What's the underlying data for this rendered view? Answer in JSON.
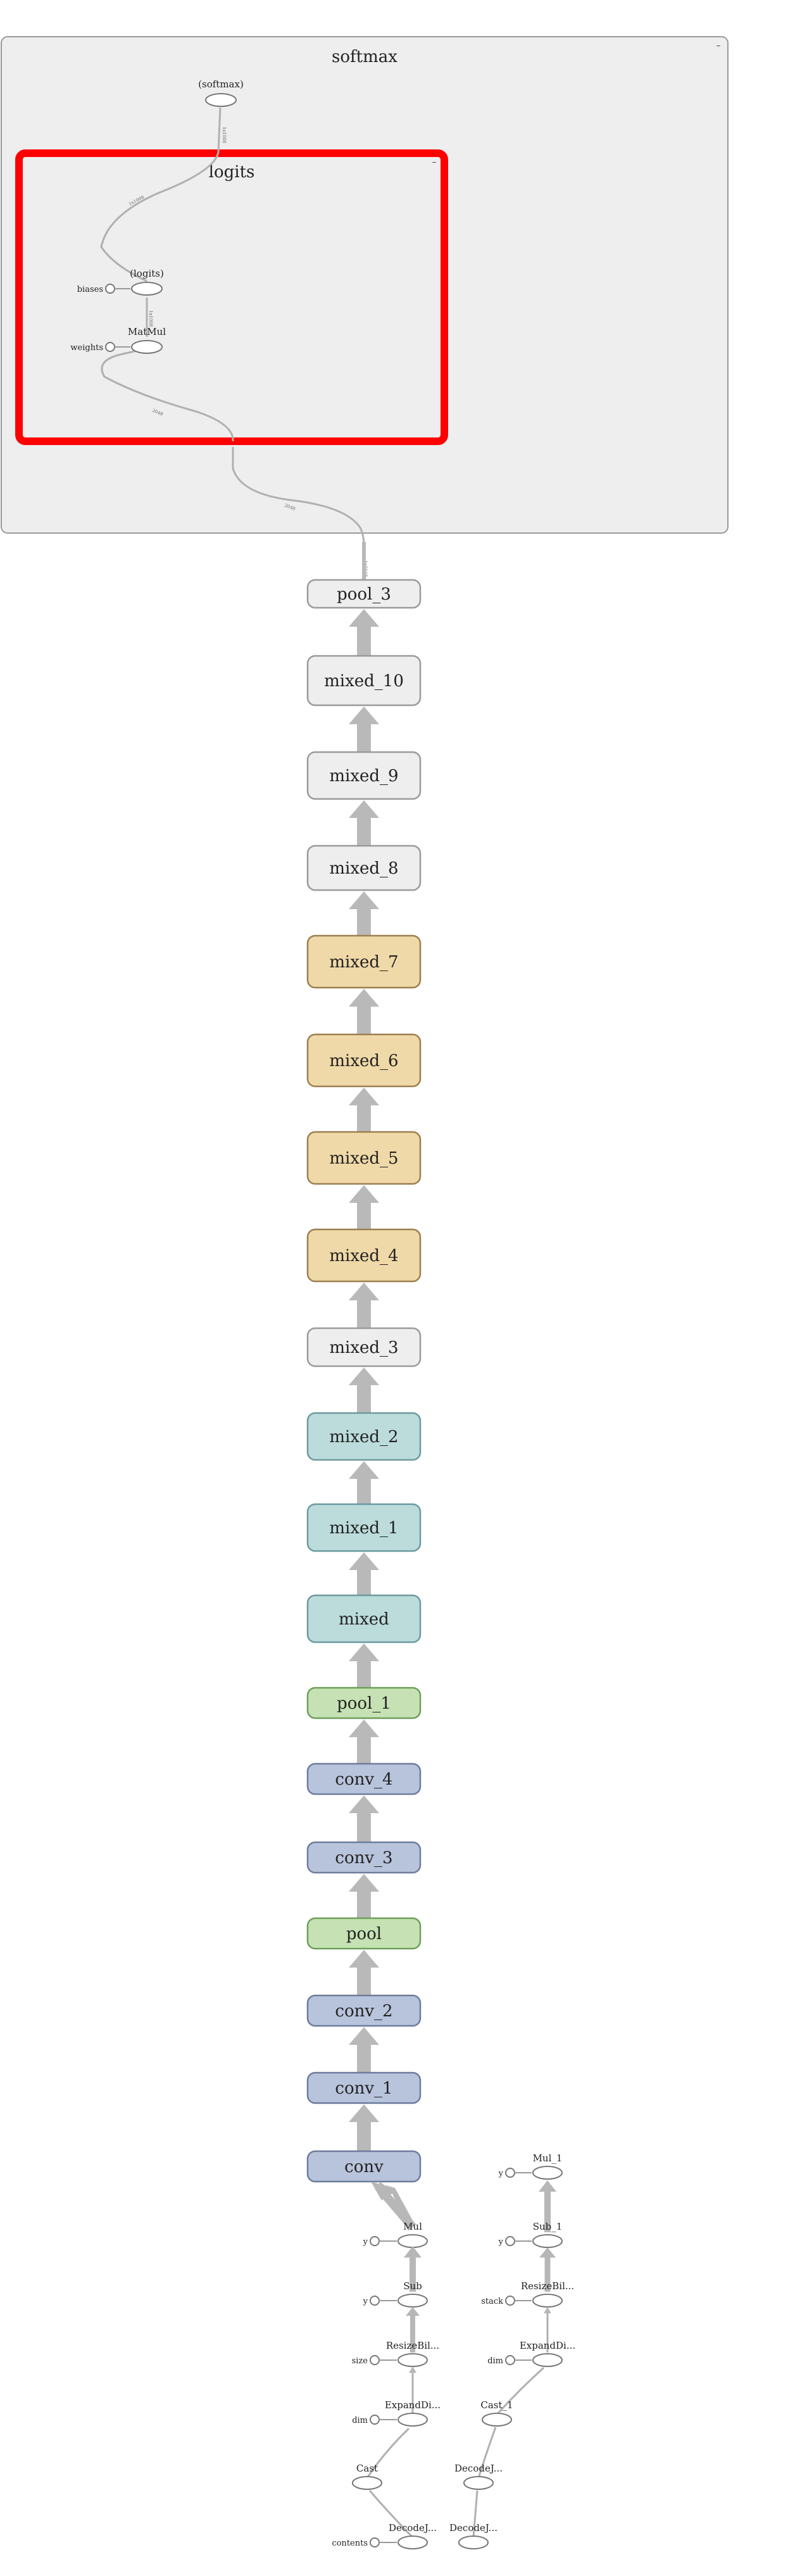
{
  "groups": {
    "softmax": "softmax",
    "logits": "logits"
  },
  "softmax_ops": {
    "softmax_out": "(softmax)",
    "logits_out": "(logits)",
    "matmul": "MatMul",
    "biases": "biases",
    "weights": "weights"
  },
  "main_chain": [
    {
      "label": "pool_3",
      "kind": "plain"
    },
    {
      "label": "mixed_10",
      "kind": "plain"
    },
    {
      "label": "mixed_9",
      "kind": "plain"
    },
    {
      "label": "mixed_8",
      "kind": "plain"
    },
    {
      "label": "mixed_7",
      "kind": "tan"
    },
    {
      "label": "mixed_6",
      "kind": "tan"
    },
    {
      "label": "mixed_5",
      "kind": "tan"
    },
    {
      "label": "mixed_4",
      "kind": "tan"
    },
    {
      "label": "mixed_3",
      "kind": "plain"
    },
    {
      "label": "mixed_2",
      "kind": "teal"
    },
    {
      "label": "mixed_1",
      "kind": "teal"
    },
    {
      "label": "mixed",
      "kind": "teal"
    },
    {
      "label": "pool_1",
      "kind": "green"
    },
    {
      "label": "conv_4",
      "kind": "blue"
    },
    {
      "label": "conv_3",
      "kind": "blue"
    },
    {
      "label": "pool",
      "kind": "green"
    },
    {
      "label": "conv_2",
      "kind": "blue"
    },
    {
      "label": "conv_1",
      "kind": "blue"
    },
    {
      "label": "conv",
      "kind": "blue"
    }
  ],
  "preprocess_left": {
    "mul": "Mul",
    "mul_y": "y",
    "sub": "Sub",
    "sub_y": "y",
    "resize": "ResizeBil...",
    "resize_size": "size",
    "expand": "ExpandDi...",
    "expand_dim": "dim",
    "cast": "Cast",
    "decode": "DecodeJ...",
    "contents": "contents"
  },
  "preprocess_right": {
    "mul": "Mul_1",
    "mul_y": "y",
    "sub": "Sub_1",
    "sub_y": "y",
    "resize": "ResizeBil...",
    "resize_stack": "stack",
    "expand": "ExpandDi...",
    "expand_dim": "dim",
    "cast": "Cast_1",
    "decode": "DecodeJ...",
    "decode_bottom": "DecodeJ..."
  },
  "colors": {
    "plain": "#eeeeee",
    "tan": "#f0d9a8",
    "teal": "#bcdcdc",
    "green": "#c6e2b4",
    "blue": "#b8c4dc",
    "highlight": "#ff0000",
    "group_bg": "#eeeeee"
  }
}
